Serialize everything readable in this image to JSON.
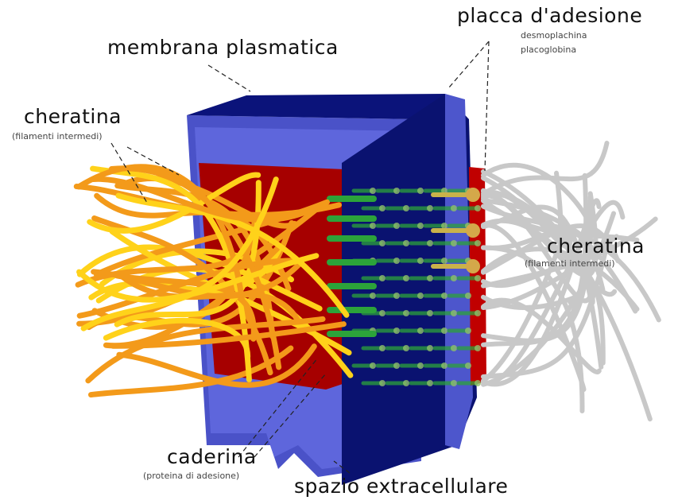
{
  "labels": {
    "plasma_membrane": "membrana plasmatica",
    "plaque": "placca d'adesione",
    "plaque_sub": "desmoplachina\nplacoglobina",
    "keratin": "cheratina",
    "keratin_sub": "(filamenti intermedi)",
    "keratin_right": "cheratina",
    "keratin_right_sub": "(filamenti intermedi)",
    "cadherin": "caderina",
    "cadherin_sub": "(proteina di adesione)",
    "extracellular": "spazio extracellulare"
  },
  "colors": {
    "membrane_light": "#5a63d6",
    "membrane_dark": "#0d1580",
    "plaque_red": "#b00000",
    "fiber_orange": "#f39a1a",
    "fiber_yellow": "#ffd21a",
    "fiber_gray": "#c8c8c8",
    "cadherin_green": "#2ca33a"
  }
}
